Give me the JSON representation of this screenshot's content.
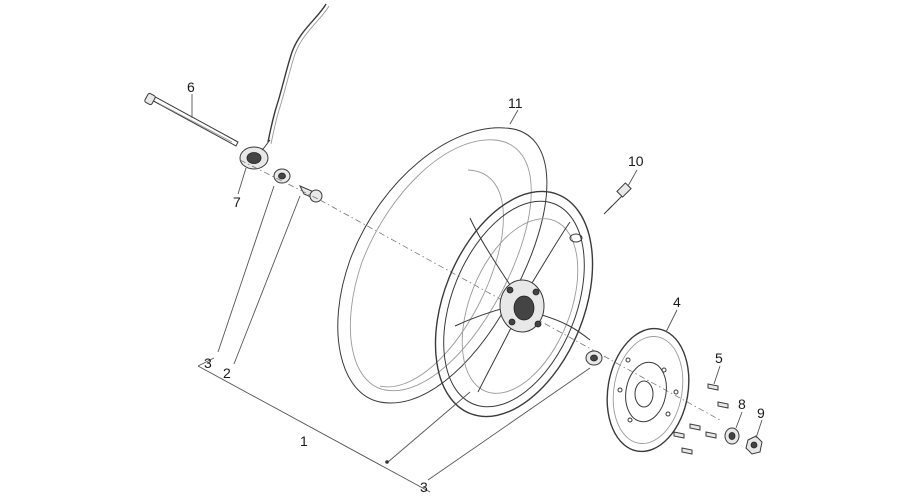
{
  "diagram": {
    "callouts": [
      {
        "id": "c1",
        "label": "1"
      },
      {
        "id": "c2",
        "label": "2"
      },
      {
        "id": "c3a",
        "label": "3"
      },
      {
        "id": "c3b",
        "label": "3"
      },
      {
        "id": "c4",
        "label": "4"
      },
      {
        "id": "c5",
        "label": "5"
      },
      {
        "id": "c6",
        "label": "6"
      },
      {
        "id": "c7",
        "label": "7"
      },
      {
        "id": "c8",
        "label": "8"
      },
      {
        "id": "c9",
        "label": "9"
      },
      {
        "id": "c10",
        "label": "10"
      },
      {
        "id": "c11",
        "label": "11"
      }
    ]
  }
}
